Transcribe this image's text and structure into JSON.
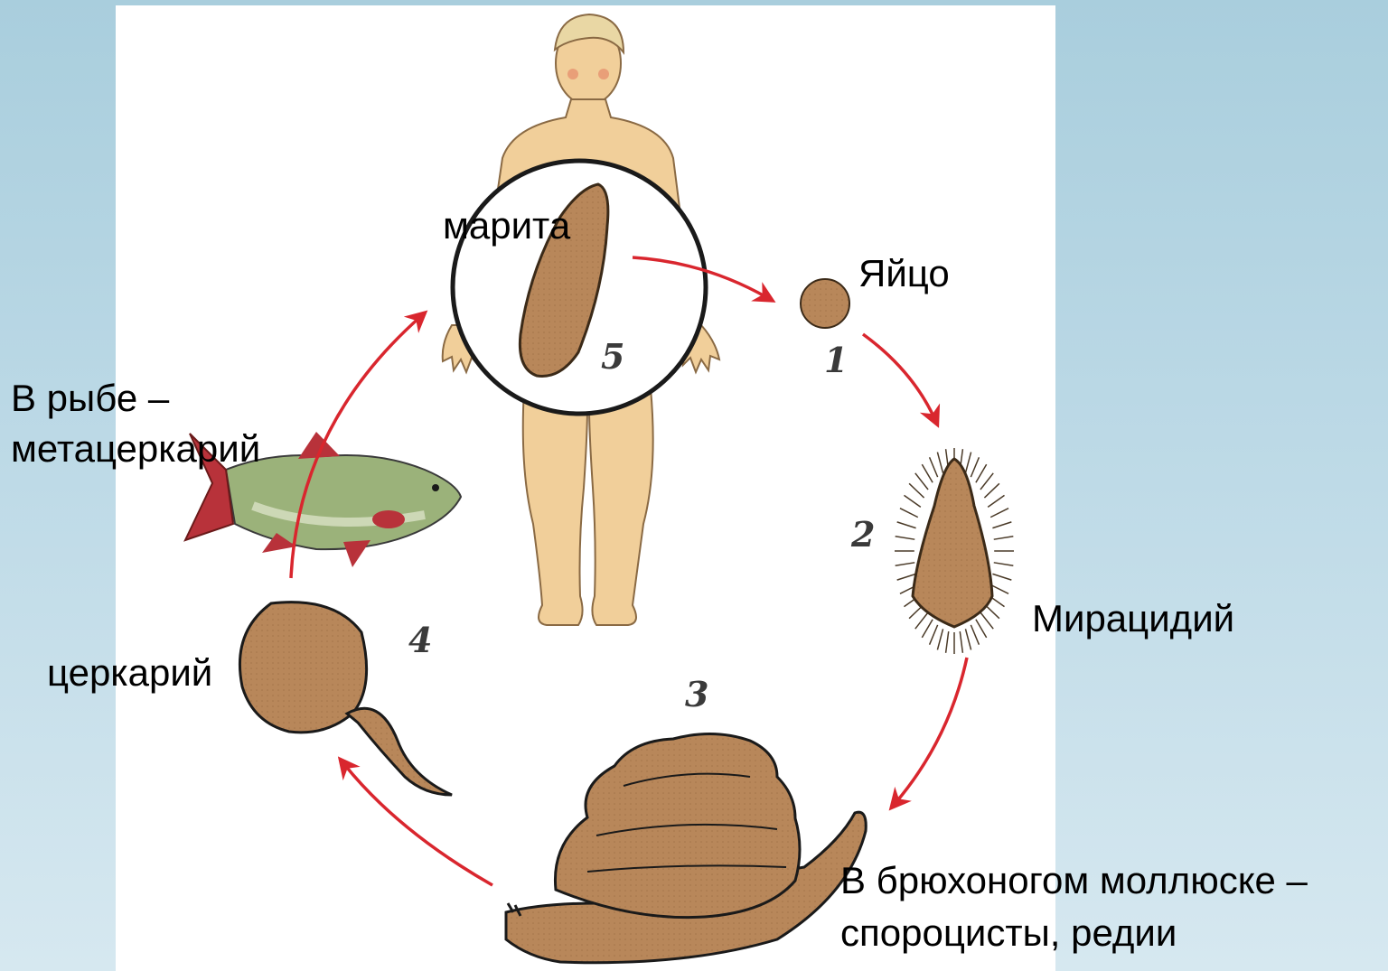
{
  "colors": {
    "background_top": "#a9cedd",
    "background_bottom": "#d6e8f0",
    "panel": "#ffffff",
    "arrow": "#d9262e",
    "organism_fill": "#b8875a",
    "skin": "#f1cf9a",
    "fish_red": "#b8323a",
    "fish_green": "#9bb27a"
  },
  "icons": [
    "human-host",
    "fish-host",
    "snail-host",
    "marita-fluke",
    "egg",
    "miracidium",
    "cercaria"
  ],
  "labels": {
    "marita": "марита",
    "egg": "Яйцо",
    "miracidium": "Мирацидий",
    "fish_line1": "В рыбе –",
    "fish_line2": "метацеркарий",
    "cercaria": "церкарий",
    "snail_line1": "В брюхоногом моллюске –",
    "snail_line2": "спороцисты, редии"
  },
  "stage_numbers": {
    "n1": "1",
    "n2": "2",
    "n3": "3",
    "n4": "4",
    "n5": "5"
  }
}
